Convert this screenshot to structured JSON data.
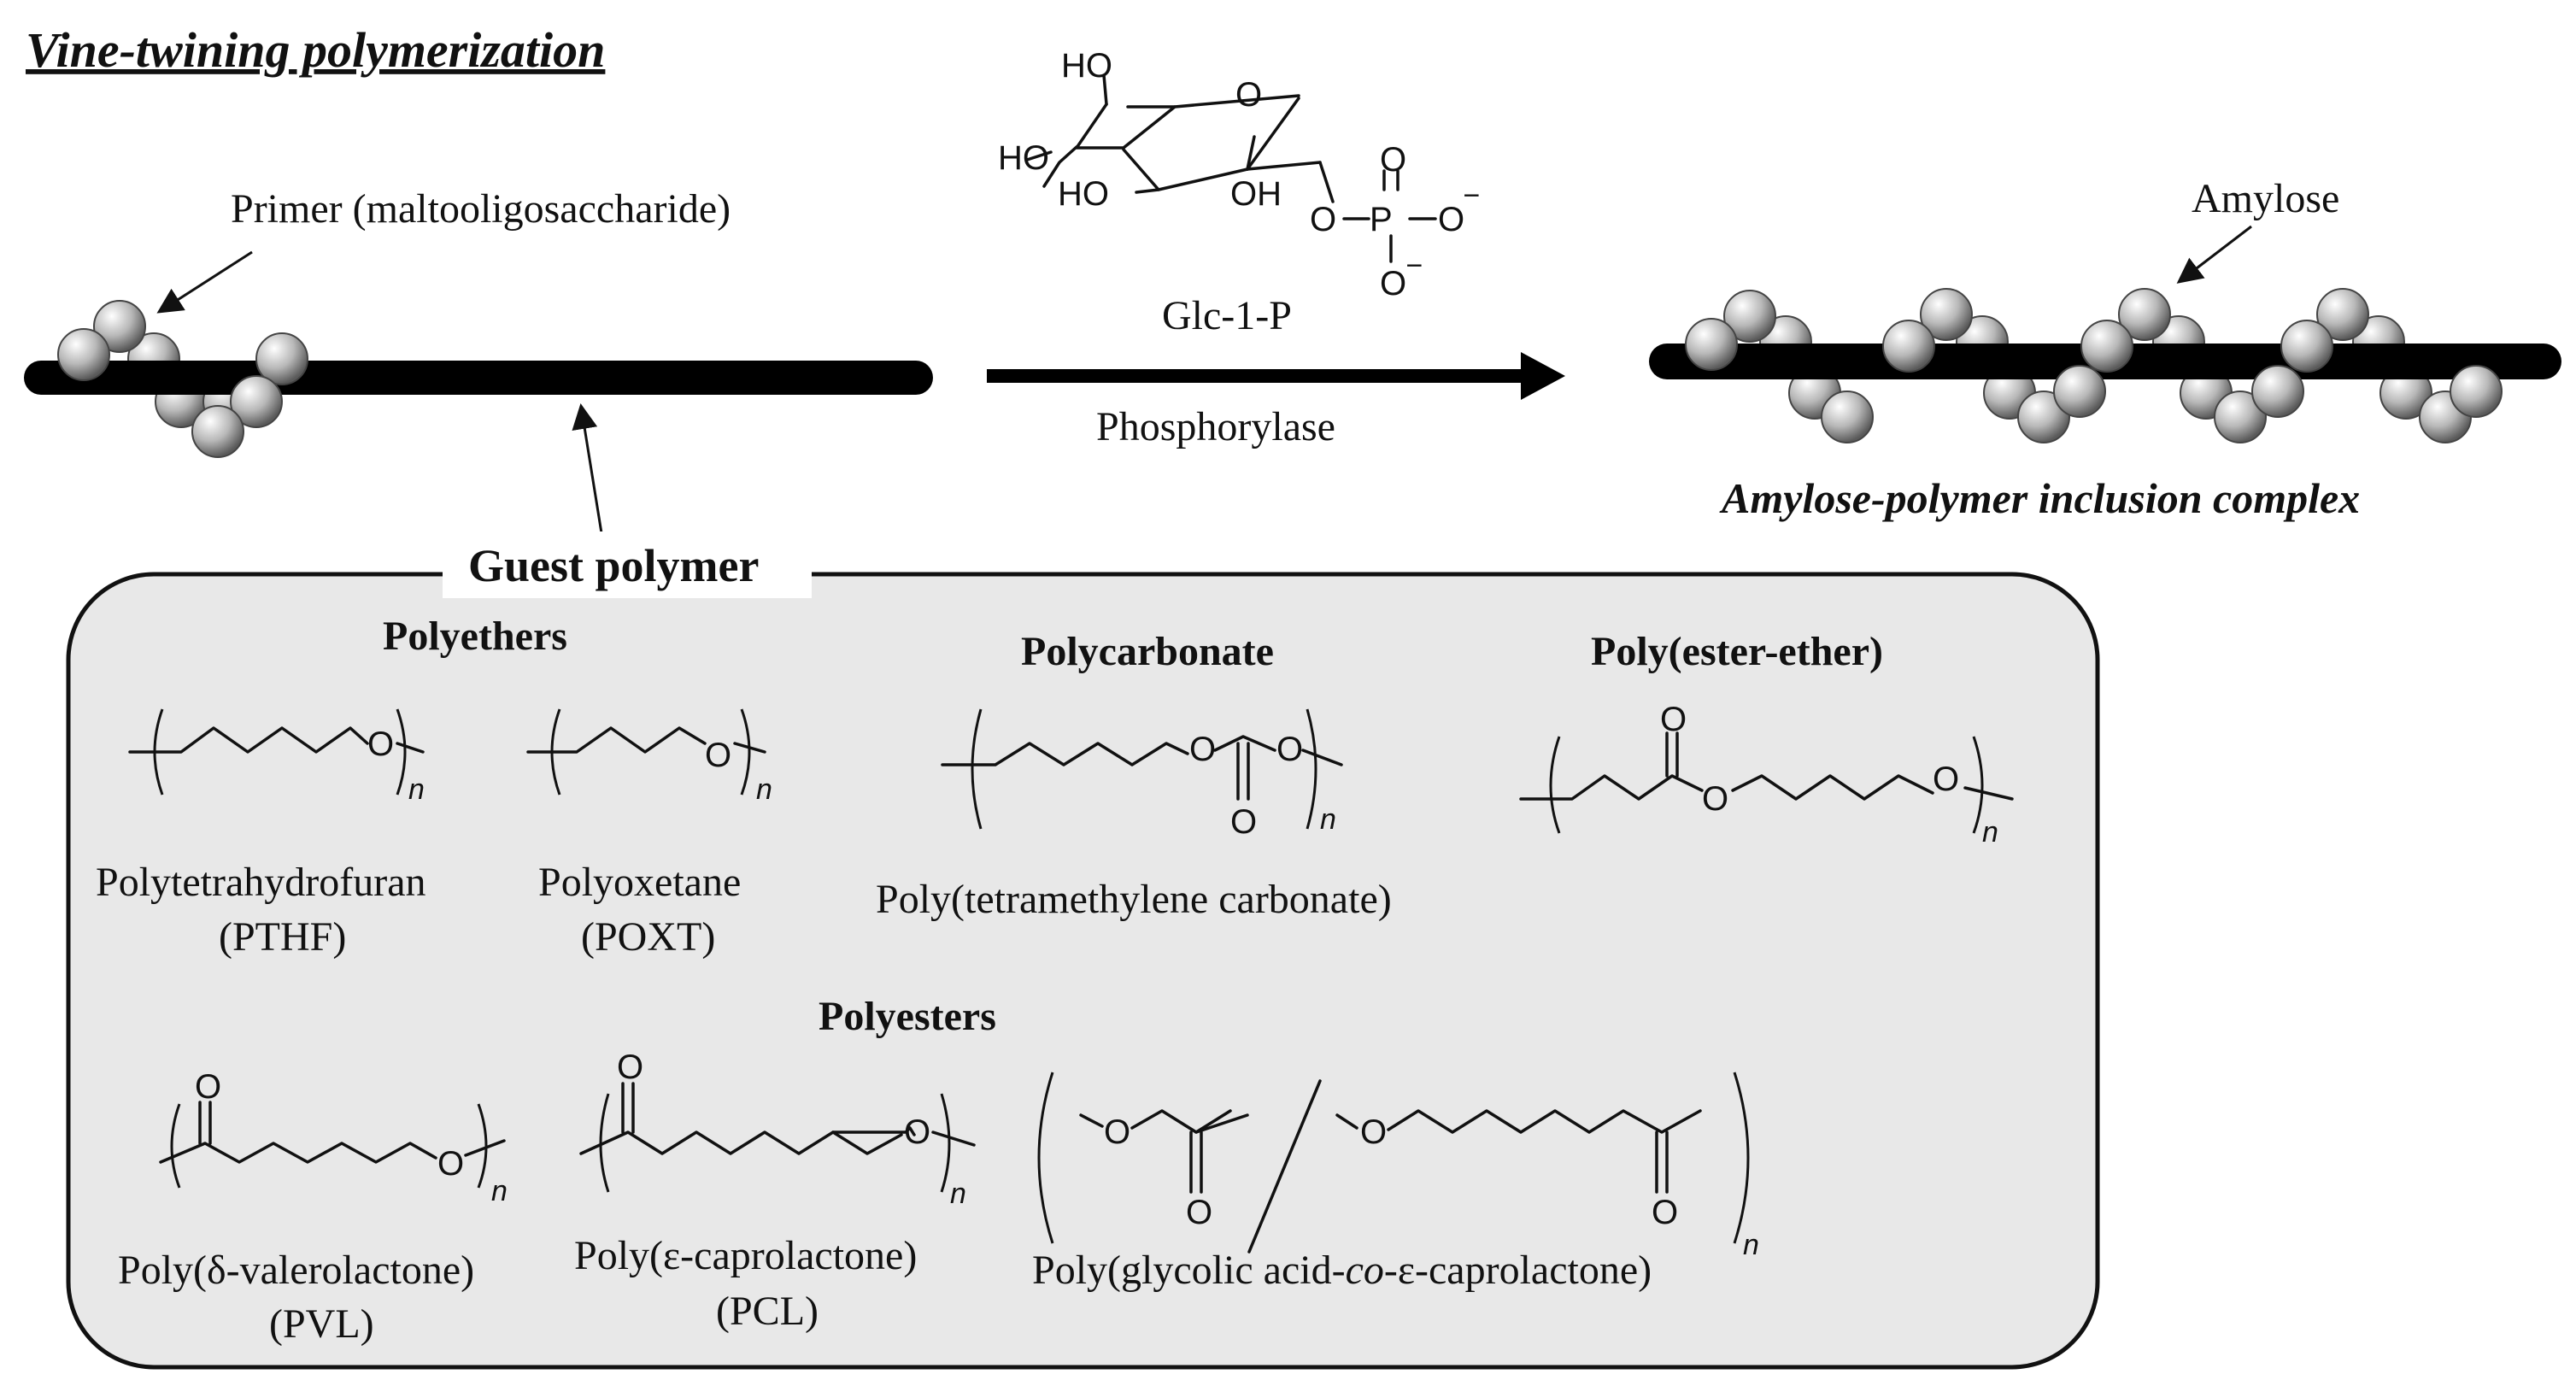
{
  "title": "Vine-twining polymerization",
  "reaction": {
    "primer_label": "Primer (maltooligosaccharide)",
    "reagent_name": "Glc-1-P",
    "enzyme_label": "Phosphorylase",
    "product_label": "Amylose",
    "product_caption": "Amylose-polymer inclusion complex",
    "glc1p_atoms": {
      "ho1": "HO",
      "o_ring": "O",
      "ho2": "HO",
      "ho3": "HO",
      "oh": "OH",
      "o_link": "O",
      "p": "P",
      "o_top": "O",
      "o_right": "O",
      "o_bottom": "O",
      "minus": "−"
    }
  },
  "guest_panel": {
    "title": "Guest polymer",
    "categories": {
      "polyethers": "Polyethers",
      "polycarbonate": "Polycarbonate",
      "poly_ester_ether": "Poly(ester-ether)",
      "polyesters": "Polyesters"
    },
    "polymers": {
      "pthf": {
        "name": "Polytetrahydrofuran",
        "abbr": "(PTHF)"
      },
      "poxt": {
        "name": "Polyoxetane",
        "abbr": "(POXT)"
      },
      "ptmc": {
        "name": "Poly(tetramethylene carbonate)"
      },
      "pvl": {
        "name": "Poly(δ-valerolactone)",
        "abbr": "(PVL)"
      },
      "pcl": {
        "name": "Poly(ε-caprolactone)",
        "abbr": "(PCL)"
      },
      "pga_co_pcl": {
        "prefix": "Poly(glycolic acid-",
        "co": "co",
        "suffix": "-ε-caprolactone)"
      }
    },
    "atom_o": "O",
    "subscript_n": "n"
  }
}
